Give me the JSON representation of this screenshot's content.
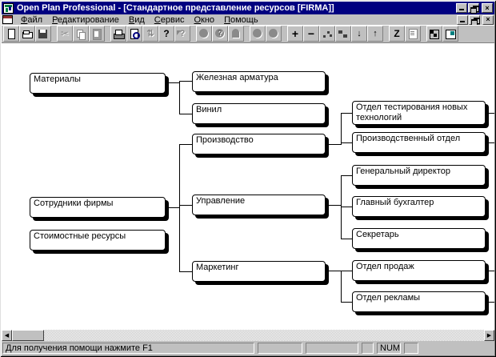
{
  "window": {
    "title": "Open Plan Professional - [Стандартное представление ресурсов [FIRMA]]"
  },
  "menu": {
    "items": [
      {
        "label": "Файл"
      },
      {
        "label": "Редактирование"
      },
      {
        "label": "Вид"
      },
      {
        "label": "Сервис"
      },
      {
        "label": "Окно"
      },
      {
        "label": "Помощь"
      }
    ]
  },
  "toolbar": {
    "z_label": "Z",
    "buttons": [
      {
        "name": "new-file",
        "enabled": true
      },
      {
        "name": "open-file",
        "enabled": true
      },
      {
        "name": "save-file",
        "enabled": true
      },
      {
        "name": "cut",
        "enabled": false
      },
      {
        "name": "copy",
        "enabled": false
      },
      {
        "name": "paste",
        "enabled": false
      },
      {
        "name": "print",
        "enabled": true
      },
      {
        "name": "print-preview",
        "enabled": true
      },
      {
        "name": "update-view",
        "enabled": false
      },
      {
        "name": "help",
        "enabled": true
      },
      {
        "name": "context-help",
        "enabled": false
      },
      {
        "name": "resource-circle",
        "enabled": false
      },
      {
        "name": "resource-circle-question",
        "enabled": false
      },
      {
        "name": "resource-arch",
        "enabled": false
      },
      {
        "name": "resource-circle-2",
        "enabled": false
      },
      {
        "name": "resource-circle-3",
        "enabled": false
      },
      {
        "name": "expand-node",
        "enabled": true
      },
      {
        "name": "collapse-node",
        "enabled": true
      },
      {
        "name": "scatter-view",
        "enabled": true
      },
      {
        "name": "steps-view",
        "enabled": true
      },
      {
        "name": "move-down",
        "enabled": true
      },
      {
        "name": "move-up",
        "enabled": true
      },
      {
        "name": "z-order",
        "enabled": true
      },
      {
        "name": "notes",
        "enabled": false
      },
      {
        "name": "grid-view",
        "enabled": true
      },
      {
        "name": "fit-window",
        "enabled": true
      }
    ],
    "accent_disabled_color": "#8a8a8a"
  },
  "diagram": {
    "nodes": [
      {
        "label": "Материалы"
      },
      {
        "label": "Сотрудники фирмы"
      },
      {
        "label": "Стоимостные ресурсы"
      },
      {
        "label": "Железная арматура"
      },
      {
        "label": "Винил"
      },
      {
        "label": "Производство"
      },
      {
        "label": "Управление"
      },
      {
        "label": "Маркетинг"
      },
      {
        "label": "Отдел тестирования новых технологий"
      },
      {
        "label": "Производственный отдел"
      },
      {
        "label": "Генеральный директор"
      },
      {
        "label": "Главный бухгалтер"
      },
      {
        "label": "Секретарь"
      },
      {
        "label": "Отдел продаж"
      },
      {
        "label": "Отдел рекламы"
      }
    ]
  },
  "status": {
    "message": "Для получения помощи нажмите F1",
    "num_indicator": "NUM"
  },
  "colors": {
    "titlebar": "#000080",
    "chrome": "#c0c0c0",
    "canvas": "#ffffff"
  }
}
